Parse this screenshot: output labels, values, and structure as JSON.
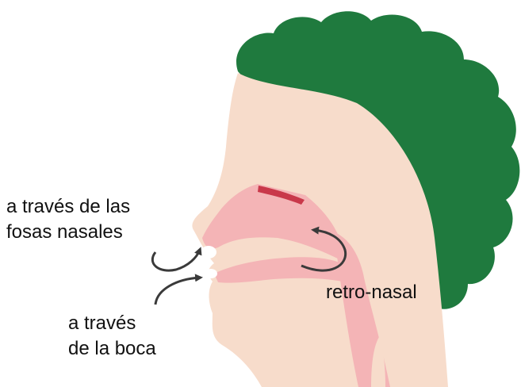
{
  "labels": {
    "nose": {
      "line1": "a través de las",
      "line2": "fosas nasales"
    },
    "mouth": {
      "line1": "a través",
      "line2": "de la boca"
    },
    "retronasal": "retro-nasal"
  },
  "colors": {
    "hair": "#1f7a3e",
    "skin": "#f7dccb",
    "airway": "#f4b4b6",
    "olfactory_patch": "#c9384a",
    "mouth_gap": "#ffffff",
    "arrow": "#3a3a3a",
    "text": "#111111"
  },
  "icons": {
    "arrow_nose": "curved-arrow-icon",
    "arrow_mouth": "curved-arrow-icon",
    "arrow_retronasal": "curved-arrow-icon"
  }
}
